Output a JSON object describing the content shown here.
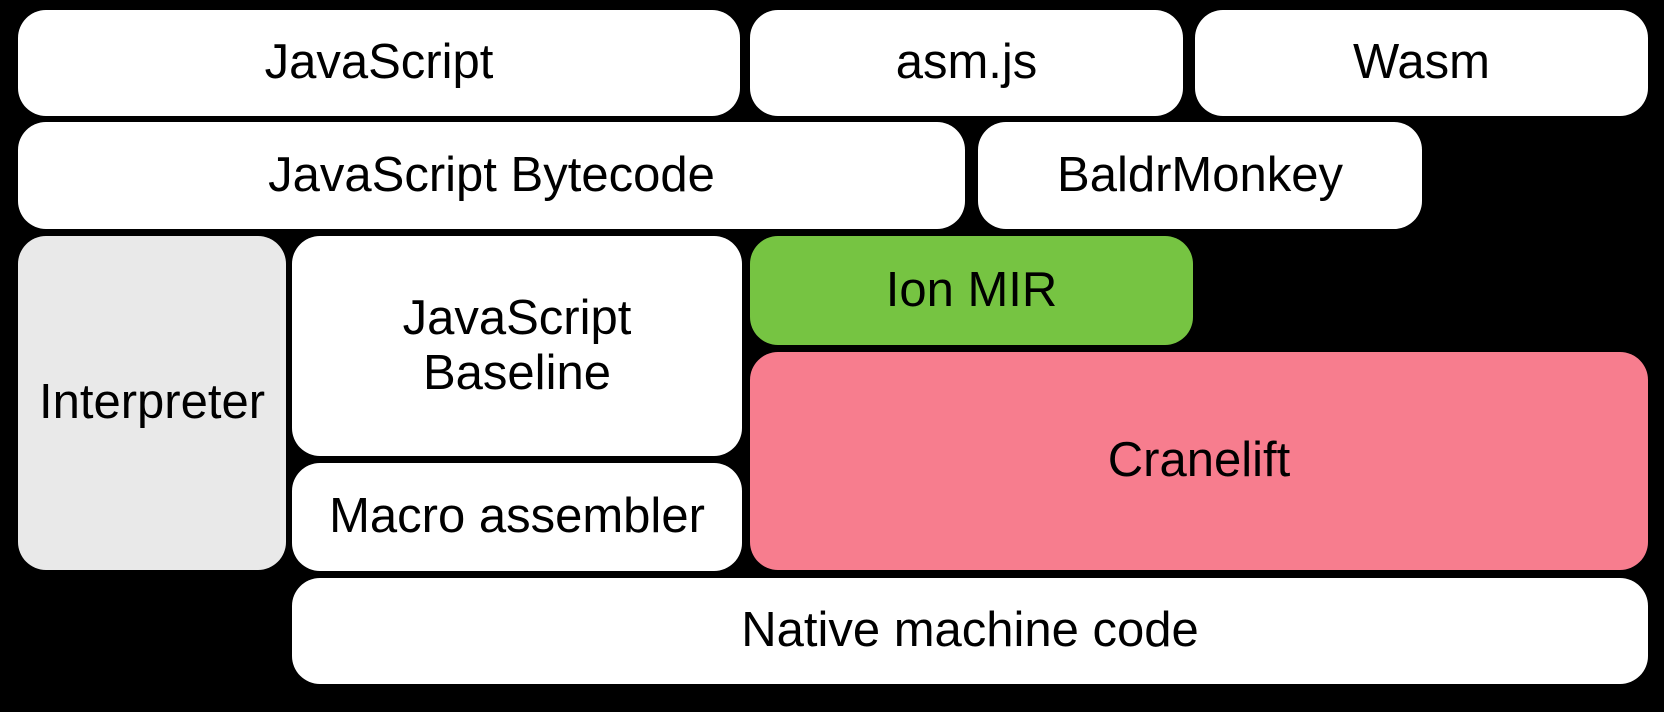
{
  "title": "SpiderMonkey compilation pipeline diagram",
  "colors": {
    "background": "#000000",
    "box_white": "#ffffff",
    "interpreter_gray": "#e9e9e9",
    "ion_green": "#76c442",
    "cranelift_pink": "#f77d8e",
    "text": "#000000"
  },
  "nodes": {
    "javascript": {
      "label": "JavaScript"
    },
    "asmjs": {
      "label": "asm.js"
    },
    "wasm": {
      "label": "Wasm"
    },
    "javascript_bytecode": {
      "label": "JavaScript Bytecode"
    },
    "baldrmonkey": {
      "label": "BaldrMonkey"
    },
    "interpreter": {
      "label": "Interpreter"
    },
    "javascript_baseline": {
      "label": "JavaScript\nBaseline"
    },
    "ion_mir": {
      "label": "Ion MIR"
    },
    "cranelift": {
      "label": "Cranelift"
    },
    "macro_assembler": {
      "label": "Macro assembler"
    },
    "native_machine_code": {
      "label": "Native machine code"
    }
  }
}
